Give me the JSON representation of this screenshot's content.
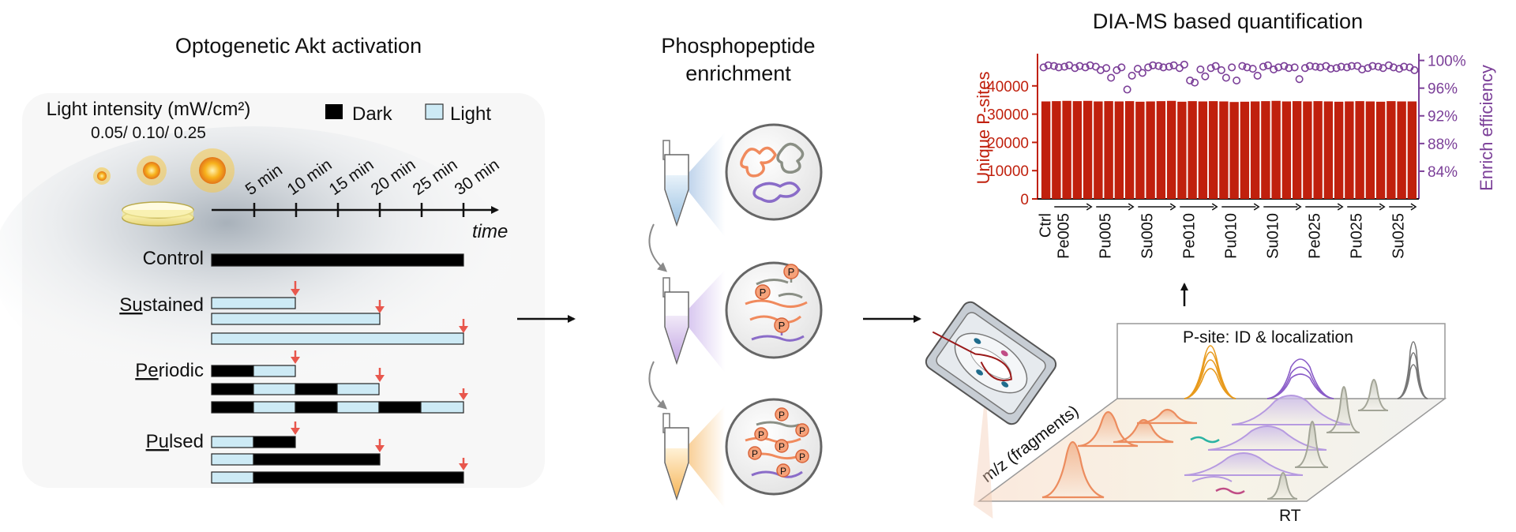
{
  "panels": {
    "optogenetic": {
      "title": "Optogenetic Akt activation",
      "light_intensity_label": "Light intensity (mW/cm²)",
      "light_intensity_values": "0.05/ 0.10/ 0.25",
      "legend": {
        "dark": "Dark",
        "light": "Light"
      },
      "time_ticks": [
        "5 min",
        "10 min",
        "15 min",
        "20 min",
        "25 min",
        "30 min"
      ],
      "time_label": "time",
      "conditions": {
        "control": "Control",
        "sustained": {
          "underlined": "Su",
          "rest": "stained"
        },
        "periodic": {
          "underlined": "Pe",
          "rest": "riodic"
        },
        "pulsed": {
          "underlined": "Pu",
          "rest": "lsed"
        }
      }
    },
    "enrichment": {
      "title_line1": "Phosphopeptide",
      "title_line2": "enrichment",
      "phospho_label": "P"
    },
    "quantification": {
      "title": "DIA-MS based quantification",
      "ms_labels": {
        "psite": "P-site: ID & localization",
        "mz": "m/z (fragments)",
        "rt": "RT"
      }
    }
  },
  "colors": {
    "dark_bar": "#000000",
    "light_bar": "#cdeaf5",
    "stim_arrow": "#e8574d",
    "bar_red": "#c0200d",
    "enrich_purple": "#7b3f98",
    "peptide_orange": "#f08a5d",
    "peptide_purple": "#8a6cc8",
    "peptide_gray": "#8a8f85"
  },
  "chart_data": {
    "type": "bar",
    "title": "DIA-MS based quantification",
    "ylabel": "Unique P-sites",
    "y2label": "Enrich efficiency",
    "ylim": [
      0,
      50000
    ],
    "y_ticks": [
      "0",
      "10000",
      "20000",
      "30000",
      "40000"
    ],
    "y2lim": [
      80,
      100
    ],
    "y2_ticks": [
      "84%",
      "88%",
      "92%",
      "96%",
      "100%"
    ],
    "group_labels": [
      "Ctrl",
      "Pe005",
      "Pu005",
      "Su005",
      "Pe010",
      "Pu010",
      "Su010",
      "Pe025",
      "Pu025",
      "Su025"
    ],
    "values": [
      34500,
      34600,
      34700,
      34600,
      34700,
      34500,
      34600,
      34500,
      34600,
      34400,
      34500,
      34600,
      34700,
      34400,
      34600,
      34500,
      34600,
      34500,
      34300,
      34400,
      34500,
      34600,
      34700,
      34500,
      34600,
      34500,
      34600,
      34500,
      34400,
      34500,
      34600,
      34500,
      34400,
      34600,
      34500,
      34500
    ],
    "efficiency": [
      [
        99.0,
        99.3
      ],
      [
        99.2,
        99.0
      ],
      [
        99.1,
        99.3
      ],
      [
        98.9,
        99.2
      ],
      [
        99.0,
        99.3
      ],
      [
        99.1,
        98.6
      ],
      [
        98.9,
        97.5
      ],
      [
        98.6,
        99.0
      ],
      [
        95.8,
        97.8
      ],
      [
        98.8,
        98.2
      ],
      [
        99.0,
        99.3
      ],
      [
        99.2,
        99.0
      ],
      [
        99.1,
        99.3
      ],
      [
        98.9,
        99.4
      ],
      [
        97.1,
        96.8
      ],
      [
        98.7,
        97.7
      ],
      [
        98.9,
        99.2
      ],
      [
        98.6,
        97.5
      ],
      [
        99.0,
        97.1
      ],
      [
        99.2,
        99.0
      ],
      [
        98.8,
        97.8
      ],
      [
        99.1,
        99.3
      ],
      [
        98.7,
        99.0
      ],
      [
        99.2,
        98.9
      ],
      [
        99.0,
        97.3
      ],
      [
        98.9,
        99.2
      ],
      [
        99.1,
        99.0
      ],
      [
        99.2,
        98.8
      ],
      [
        98.9,
        99.1
      ],
      [
        99.0,
        99.2
      ],
      [
        99.2,
        98.7
      ],
      [
        98.9,
        99.2
      ],
      [
        99.1,
        98.9
      ],
      [
        99.3,
        99.0
      ],
      [
        98.8,
        99.1
      ],
      [
        99.0,
        98.6
      ]
    ]
  }
}
